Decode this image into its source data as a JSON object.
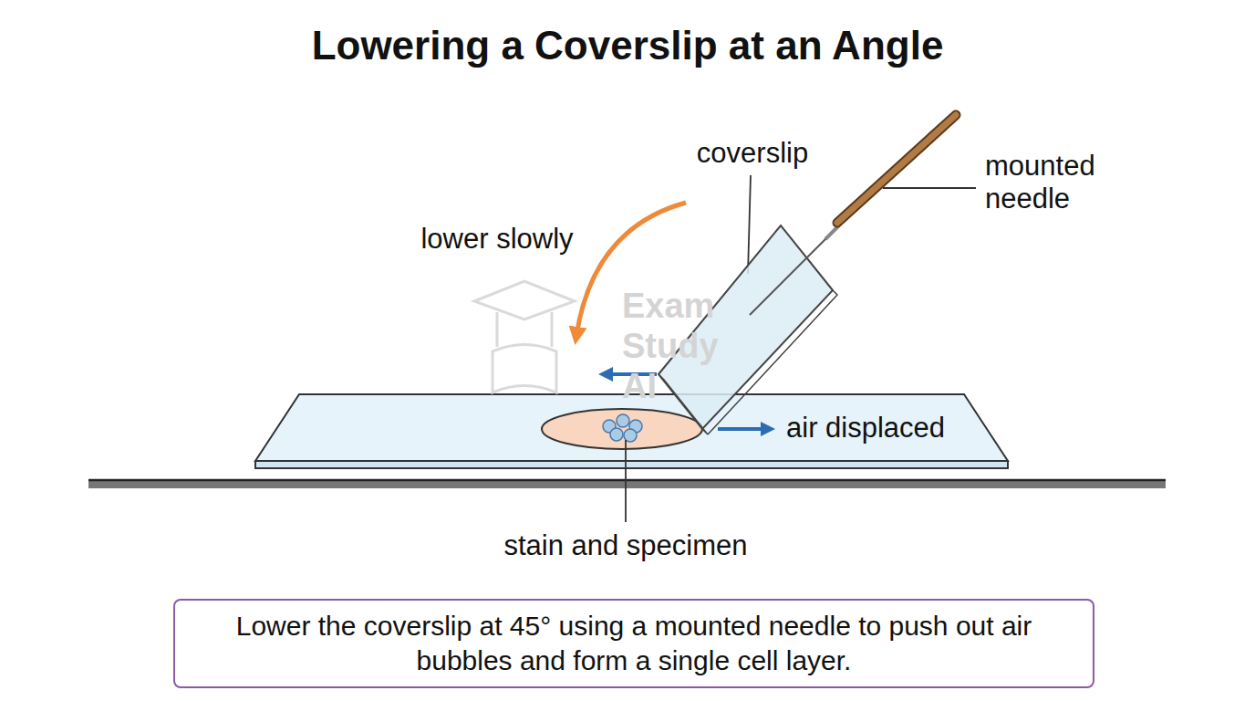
{
  "diagram": {
    "title": "Lowering a Coverslip at an Angle",
    "caption": "Lower the coverslip at 45° using a mounted needle to push out air bubbles and form a single cell layer.",
    "labels": [
      "coverslip",
      "mounted needle",
      "lower slowly",
      "air displaced",
      "stain and specimen",
      "Exam Study AI"
    ]
  }
}
